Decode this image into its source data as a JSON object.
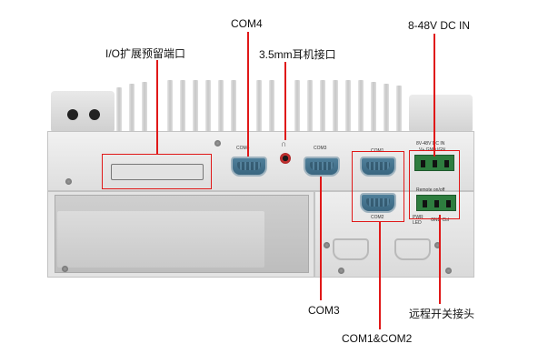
{
  "labels": {
    "io_expansion": "I/O扩展预留端口",
    "com4": "COM4",
    "audio": "3.5mm耳机接口",
    "dc_in": "8-48V DC IN",
    "com3": "COM3",
    "remote_switch": "远程开关接头",
    "com12": "COM1&COM2"
  },
  "panel": {
    "com4": "COM4",
    "com3": "COM3",
    "com1": "COM1",
    "com2": "COM2",
    "dc_line1": "8V-48V DC IN",
    "dc_line2": "V+ GND IGN",
    "remote": "Remote on/off",
    "pwr_led": "PWR LED",
    "gnd_ctrl": "GND Ctrl"
  },
  "colors": {
    "accent": "#e01818",
    "chassis": "#d9d9d9",
    "port_blue": "#3a6680",
    "terminal_green": "#2e7d3f"
  }
}
